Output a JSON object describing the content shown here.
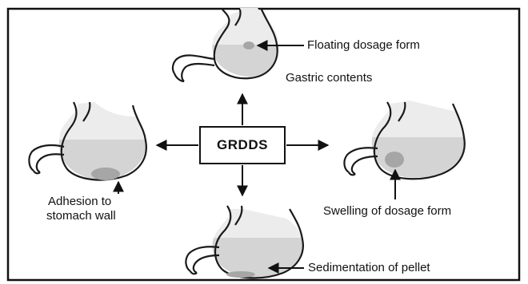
{
  "diagram": {
    "center_label": "GRDDS",
    "labels": {
      "floating": "Floating dosage form",
      "gastric_contents": "Gastric contents",
      "adhesion_line1": "Adhesion to",
      "adhesion_line2": "stomach wall",
      "swelling": "Swelling of dosage form",
      "sedimentation": "Sedimentation of pellet"
    },
    "colors": {
      "stomach_outline": "#1a1a1a",
      "stomach_fill": "#ececec",
      "gastric_fluid": "#d4d4d4",
      "dosage_form": "#a6a6a6",
      "frame": "#111111"
    }
  }
}
